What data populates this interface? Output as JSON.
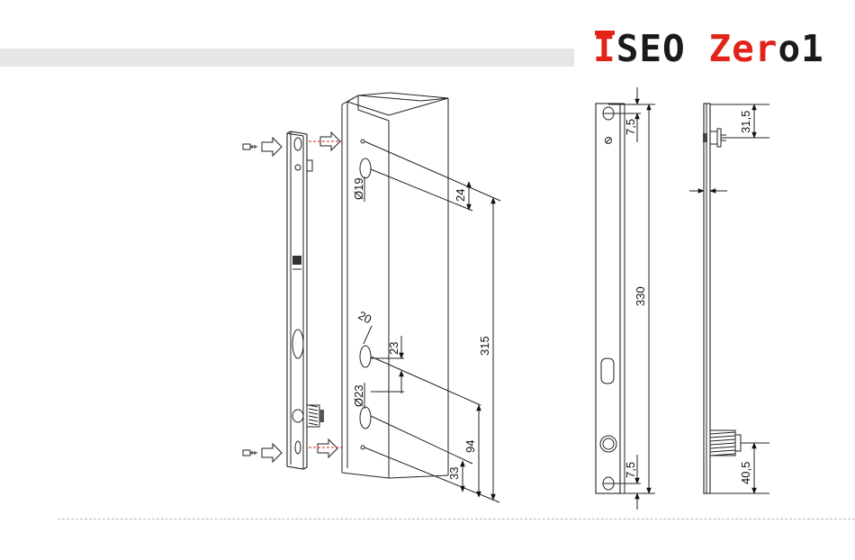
{
  "header": {
    "logo": {
      "part1_i": "I",
      "part1_rest": "SEO",
      "part2_red": "Zer",
      "part2_black": "o1"
    }
  },
  "dimensions": {
    "hole_top_diameter": "Ø19",
    "hole_bottom_diameter": "Ø23",
    "hole_offset_20": "20",
    "dim_24": "24",
    "dim_23": "23",
    "dim_315": "315",
    "dim_94": "94",
    "dim_33": "33",
    "front_7_5_top": "7,5",
    "front_330": "330",
    "front_7_5_bottom": "7,5",
    "side_31_5": "31,5",
    "side_40_5": "40,5"
  },
  "colors": {
    "brand_red": "#e2231a",
    "header_bar": "#e6e6e6",
    "line": "#222222"
  }
}
